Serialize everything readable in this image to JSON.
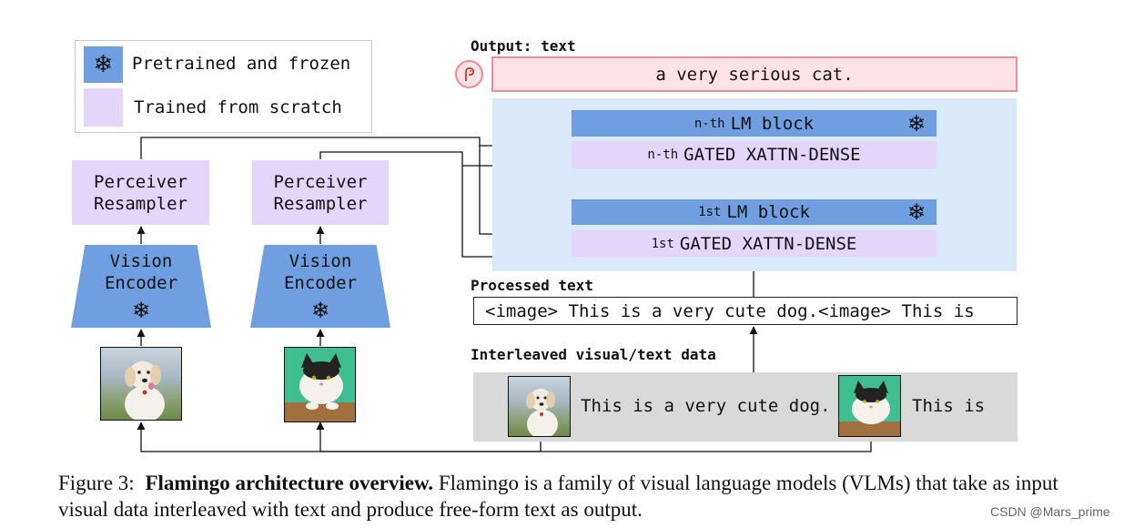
{
  "legend": {
    "frozen_label": "Pretrained and frozen",
    "trained_label": "Trained from scratch"
  },
  "left_column": {
    "perceiver_label": "Perceiver\nResampler",
    "encoder_label": "Vision\nEncoder",
    "image": "dog-photo"
  },
  "right_column": {
    "perceiver_label": "Perceiver\nResampler",
    "encoder_label": "Vision\nEncoder",
    "image": "cat-photo"
  },
  "output": {
    "heading": "Output: text",
    "text": "a very serious cat."
  },
  "lm_stack": {
    "nth_lm_prefix": "n-th",
    "nth_lm_label": "LM block",
    "nth_xattn_prefix": "n-th",
    "nth_xattn_label": "GATED XATTN-DENSE",
    "first_lm_prefix": "1st",
    "first_lm_label": "LM block",
    "first_xattn_prefix": "1st",
    "first_xattn_label": "GATED XATTN-DENSE"
  },
  "processed": {
    "heading": "Processed text",
    "text": "<image> This is a very cute dog.<image> This is"
  },
  "interleaved": {
    "heading": "Interleaved visual/text data",
    "text1": "This is a very cute dog.",
    "text2": "This is"
  },
  "caption": {
    "prefix": "Figure 3:",
    "title": "Flamingo architecture overview.",
    "body": "Flamingo is a family of visual language models (VLMs) that take as input visual data interleaved with text and produce free-form text as output."
  },
  "watermark": "CSDN @Mars_prime",
  "colors": {
    "frozen": "#6f9fe0",
    "trained": "#e3d6fa",
    "lm_panel": "#dbeafb",
    "output_fill": "#fde3e6",
    "output_border": "#f08b98",
    "interleaved_fill": "#d9d9d9"
  }
}
